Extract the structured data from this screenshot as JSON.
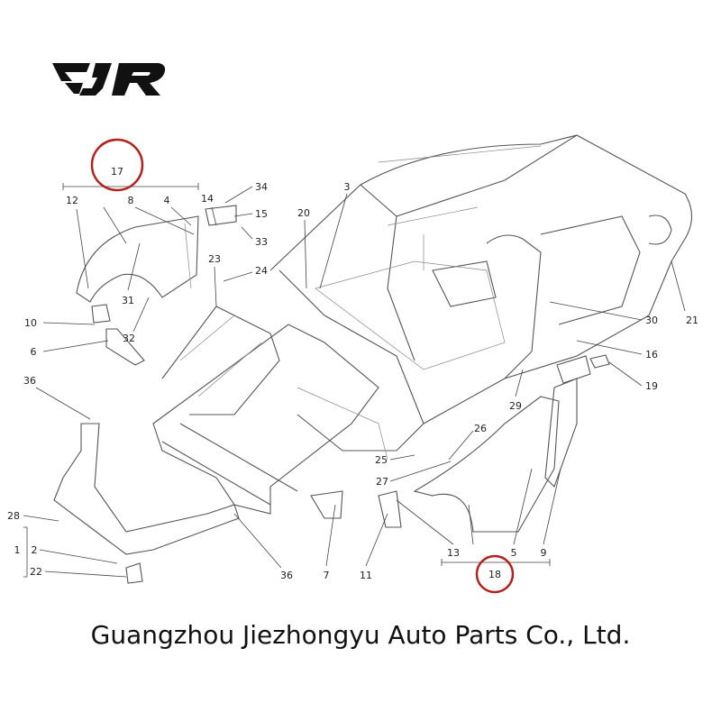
{
  "logo": {
    "text": "EJR"
  },
  "callouts": {
    "c17": "17",
    "c12": "12",
    "c8": "8",
    "c4": "4",
    "c14": "14",
    "c34": "34",
    "c15": "15",
    "c33": "33",
    "c20": "20",
    "c3": "3",
    "c23": "23",
    "c24": "24",
    "c31": "31",
    "c32": "32",
    "c10": "10",
    "c6": "6",
    "c36a": "36",
    "c30": "30",
    "c21": "21",
    "c16": "16",
    "c19": "19",
    "c29": "29",
    "c26": "26",
    "c25": "25",
    "c27": "27",
    "c28": "28",
    "c1": "1",
    "c2": "2",
    "c22": "22",
    "c36b": "36",
    "c7": "7",
    "c11": "11",
    "c13": "13",
    "c5": "5",
    "c9": "9",
    "c18": "18"
  },
  "highlight_color": "#b0231c",
  "caption": "Guangzhou Jiezhongyu Auto Parts Co., Ltd."
}
